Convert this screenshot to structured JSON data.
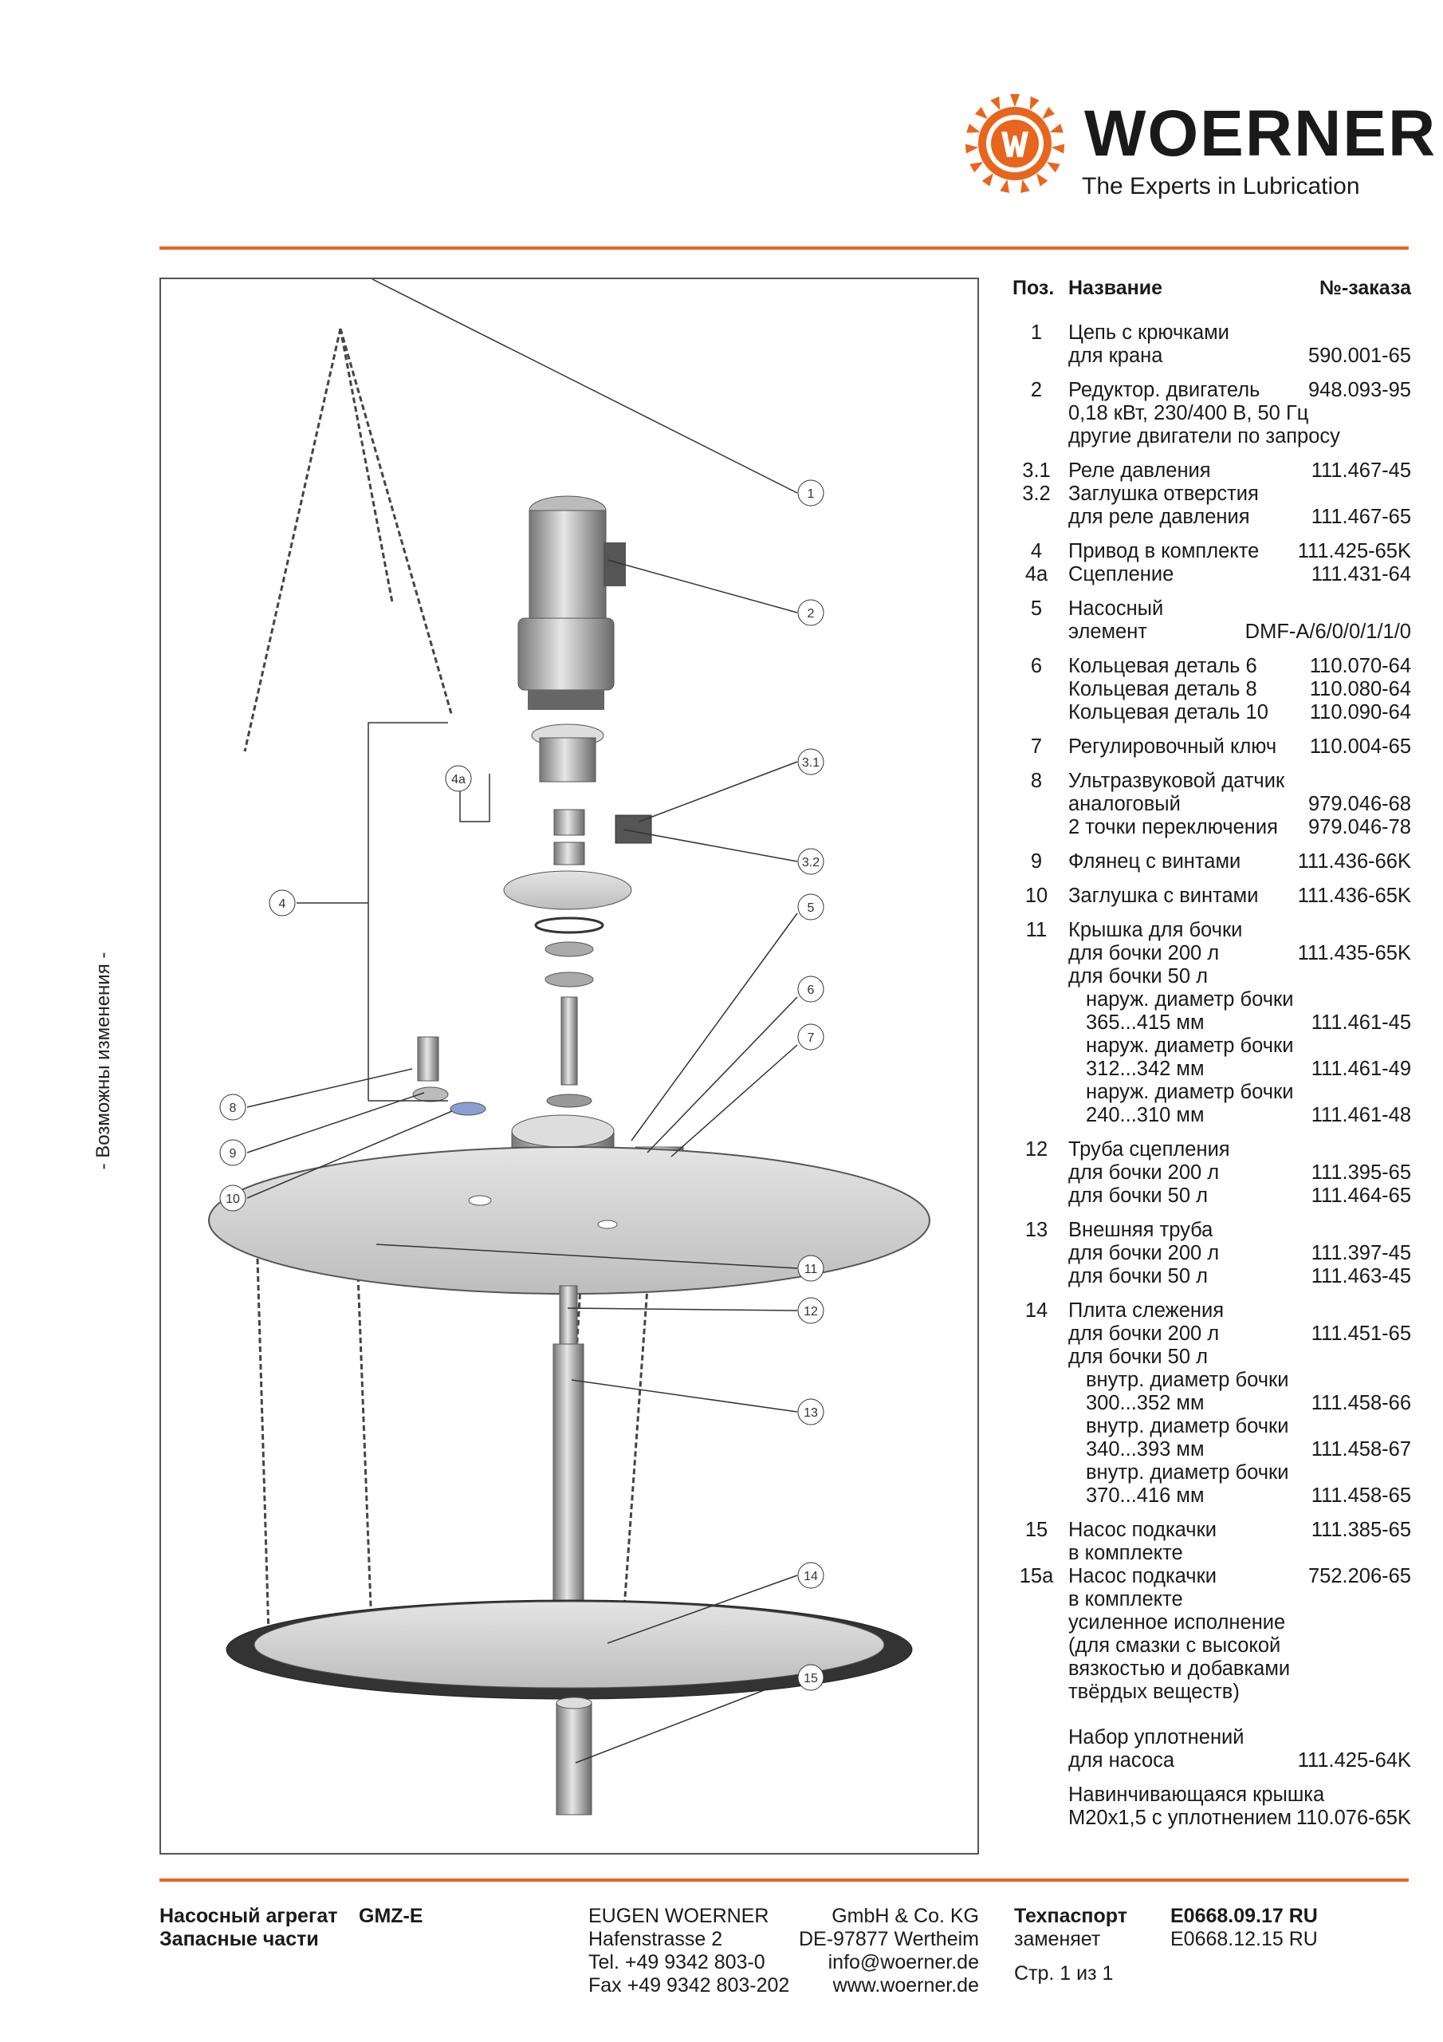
{
  "brand": {
    "name": "WOERNER",
    "tagline": "The Experts in Lubrication",
    "colors": {
      "accent": "#e8651d",
      "text": "#1a1a1a"
    }
  },
  "side_note": "- Возможны изменения -",
  "drawing": {
    "callouts": [
      "1",
      "2",
      "3.1",
      "3.2",
      "4",
      "4a",
      "5",
      "6",
      "7",
      "8",
      "9",
      "10",
      "11",
      "12",
      "13",
      "14",
      "15"
    ]
  },
  "parts_table": {
    "headers": {
      "pos": "Поз.",
      "name": "Название",
      "order": "№-заказа"
    },
    "parts": [
      {
        "lines": [
          {
            "pos": "1",
            "text": "Цепь с крючками",
            "code": ""
          },
          {
            "pos": "",
            "text": "для крана",
            "code": "590.001-65"
          }
        ]
      },
      {
        "lines": [
          {
            "pos": "2",
            "text": "Редуктор. двигатель",
            "code": "948.093-95"
          },
          {
            "pos": "",
            "text": "0,18 кВт, 230/400 В, 50 Гц",
            "code": ""
          },
          {
            "pos": "",
            "text": "другие двигатели по запросу",
            "code": ""
          }
        ]
      },
      {
        "lines": [
          {
            "pos": "3.1",
            "text": "Реле давления",
            "code": "111.467-45"
          },
          {
            "pos": "3.2",
            "text": "Заглушка отверстия",
            "code": ""
          },
          {
            "pos": "",
            "text": "для реле давления",
            "code": "111.467-65"
          }
        ]
      },
      {
        "lines": [
          {
            "pos": "4",
            "text": "Привод в комплекте",
            "code": "111.425-65K"
          },
          {
            "pos": "4a",
            "text": "Сцепление",
            "code": "111.431-64"
          }
        ]
      },
      {
        "lines": [
          {
            "pos": "5",
            "text": "Насосный",
            "code": ""
          },
          {
            "pos": "",
            "text": "элемент",
            "code": "DMF-A/6/0/0/1/1/0"
          }
        ]
      },
      {
        "lines": [
          {
            "pos": "6",
            "text": "Кольцевая деталь  6",
            "code": "110.070-64"
          },
          {
            "pos": "",
            "text": "Кольцевая деталь  8",
            "code": "110.080-64"
          },
          {
            "pos": "",
            "text": "Кольцевая деталь 10",
            "code": "110.090-64"
          }
        ]
      },
      {
        "lines": [
          {
            "pos": "7",
            "text": "Регулировочный ключ",
            "code": "110.004-65"
          }
        ]
      },
      {
        "lines": [
          {
            "pos": "8",
            "text": "Ультразвуковой датчик",
            "code": ""
          },
          {
            "pos": "",
            "text": "аналоговый",
            "code": "979.046-68"
          },
          {
            "pos": "",
            "text": "2 точки переключения",
            "code": "979.046-78"
          }
        ]
      },
      {
        "lines": [
          {
            "pos": "9",
            "text": "Флянец с винтами",
            "code": "111.436-66K"
          }
        ]
      },
      {
        "lines": [
          {
            "pos": "10",
            "text": "Заглушка с винтами",
            "code": "111.436-65K"
          }
        ]
      },
      {
        "lines": [
          {
            "pos": "11",
            "text": "Крышка для бочки",
            "code": ""
          },
          {
            "pos": "",
            "text": "для бочки 200 л",
            "code": "111.435-65K"
          },
          {
            "pos": "",
            "text": "для бочки   50 л",
            "code": ""
          },
          {
            "pos": "",
            "text": "наруж. диаметр бочки",
            "code": "",
            "indent": true
          },
          {
            "pos": "",
            "text": "365...415 мм",
            "code": "111.461-45",
            "indent": true
          },
          {
            "pos": "",
            "text": "наруж. диаметр бочки",
            "code": "",
            "indent": true
          },
          {
            "pos": "",
            "text": "312...342 мм",
            "code": "111.461-49",
            "indent": true
          },
          {
            "pos": "",
            "text": "наруж. диаметр бочки",
            "code": "",
            "indent": true
          },
          {
            "pos": "",
            "text": "240...310 мм",
            "code": "111.461-48",
            "indent": true
          }
        ]
      },
      {
        "lines": [
          {
            "pos": "12",
            "text": "Труба сцепления",
            "code": ""
          },
          {
            "pos": "",
            "text": "для бочки 200 л",
            "code": "111.395-65"
          },
          {
            "pos": "",
            "text": "для бочки   50 л",
            "code": "111.464-65"
          }
        ]
      },
      {
        "lines": [
          {
            "pos": "13",
            "text": "Внешняя труба",
            "code": ""
          },
          {
            "pos": "",
            "text": "для бочки 200 л",
            "code": "111.397-45"
          },
          {
            "pos": "",
            "text": "для бочки   50 л",
            "code": "111.463-45"
          }
        ]
      },
      {
        "lines": [
          {
            "pos": "14",
            "text": "Плита слежения",
            "code": ""
          },
          {
            "pos": "",
            "text": "для бочки 200 л",
            "code": "111.451-65"
          },
          {
            "pos": "",
            "text": "для бочки   50 л",
            "code": ""
          },
          {
            "pos": "",
            "text": "внутр. диаметр бочки",
            "code": "",
            "indent": true
          },
          {
            "pos": "",
            "text": "300...352 мм",
            "code": "111.458-66",
            "indent": true
          },
          {
            "pos": "",
            "text": "внутр. диаметр бочки",
            "code": "",
            "indent": true
          },
          {
            "pos": "",
            "text": "340...393 мм",
            "code": "111.458-67",
            "indent": true
          },
          {
            "pos": "",
            "text": "внутр. диаметр бочки",
            "code": "",
            "indent": true
          },
          {
            "pos": "",
            "text": "370...416 мм",
            "code": "111.458-65",
            "indent": true
          }
        ]
      },
      {
        "lines": [
          {
            "pos": "15",
            "text": "Насос подкачки",
            "code": "111.385-65"
          },
          {
            "pos": "",
            "text": "в комплекте",
            "code": ""
          },
          {
            "pos": "15a",
            "text": "Насос подкачки",
            "code": "752.206-65"
          },
          {
            "pos": "",
            "text": "в комплекте",
            "code": ""
          },
          {
            "pos": "",
            "text": "усиленное исполнение",
            "code": ""
          },
          {
            "pos": "",
            "text": "(для смазки с высокой",
            "code": ""
          },
          {
            "pos": "",
            "text": "вязкостью и добавками",
            "code": ""
          },
          {
            "pos": "",
            "text": "твёрдых веществ)",
            "code": ""
          }
        ]
      },
      {
        "gap": true,
        "lines": [
          {
            "pos": "",
            "text": "Набор уплотнений",
            "code": ""
          },
          {
            "pos": "",
            "text": "для насоса",
            "code": "111.425-64K"
          }
        ]
      },
      {
        "lines": [
          {
            "pos": "",
            "text": "Навинчивающаяся крышка",
            "code": ""
          },
          {
            "pos": "",
            "text": "M20x1,5 с уплотнением",
            "code": "110.076-65K"
          }
        ]
      }
    ]
  },
  "footer": {
    "product_label": "Насосный агрегат",
    "product_model": "GMZ-E",
    "product_sub": "Запасные части",
    "company": {
      "name_l": "EUGEN  WOERNER",
      "name_r": "GmbH  &  Co. KG",
      "street": "Hafenstrasse  2",
      "city": "DE-97877  Wertheim",
      "tel": "Tel.  +49 9342 803-0",
      "email": "info@woerner.de",
      "fax": "Fax  +49 9342 803-202",
      "web": "www.woerner.de"
    },
    "doc_label": "Техпаспорт",
    "replaces_label": "заменяет",
    "page_label": "Стр. 1 из 1",
    "doc_number": "E0668.09.17 RU",
    "replaces_number": "E0668.12.15 RU"
  }
}
